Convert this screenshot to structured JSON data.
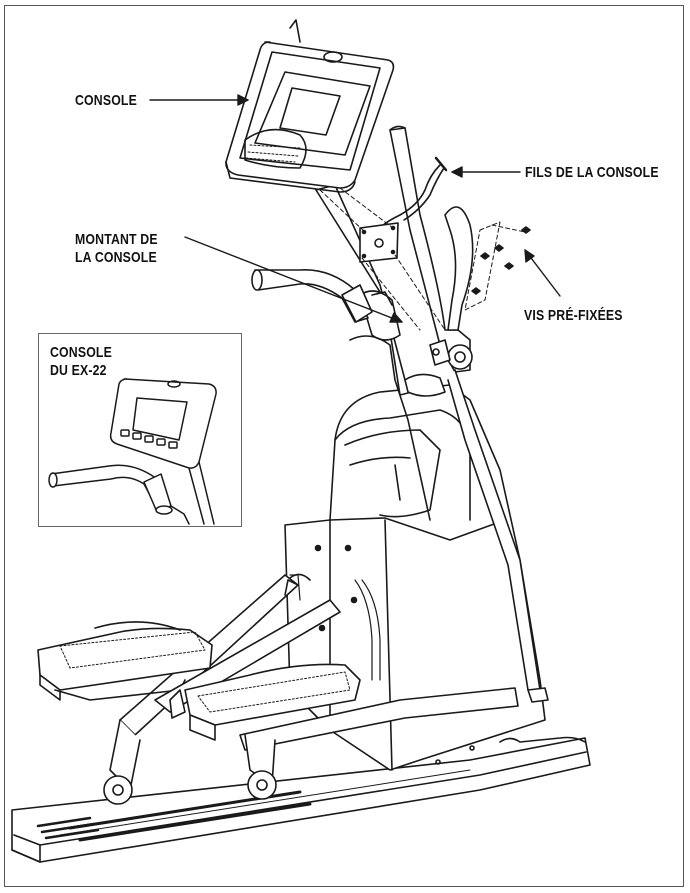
{
  "labels": {
    "console": "CONSOLE",
    "console_wires": "FILS DE LA CONSOLE",
    "console_mast_line1": "MONTANT DE",
    "console_mast_line2": "LA CONSOLE",
    "preinstalled_screws": "VIS PRÉ-FIXÉES",
    "inset_line1": "CONSOLE",
    "inset_line2": "DU EX-22"
  }
}
